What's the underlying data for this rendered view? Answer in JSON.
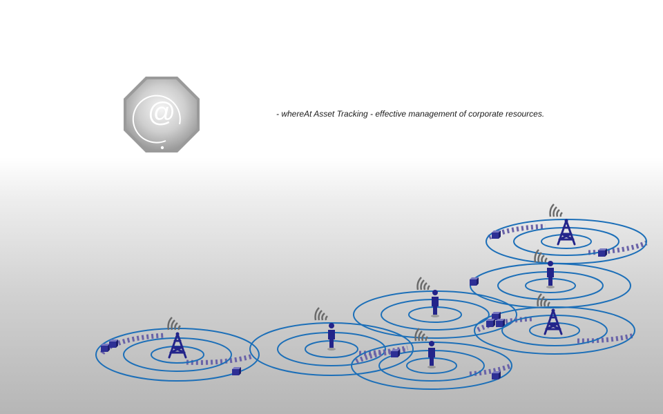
{
  "header": {
    "logo_icon": "at-sign-octagon-icon",
    "tagline": "- whereAt Asset Tracking - effective management of corporate resources."
  },
  "illustration": {
    "ring_color": "#1c6fb8",
    "wave_color": "#6a63a8",
    "node_color": "#23248a",
    "cells": [
      {
        "id": "tower-left",
        "icon": "cell-tower-icon"
      },
      {
        "id": "person-mid-left",
        "icon": "person-icon"
      },
      {
        "id": "person-center-top",
        "icon": "person-icon"
      },
      {
        "id": "person-center-bottom",
        "icon": "person-icon"
      },
      {
        "id": "tower-top-right",
        "icon": "cell-tower-icon"
      },
      {
        "id": "person-right",
        "icon": "person-icon"
      },
      {
        "id": "tower-right-lower",
        "icon": "cell-tower-icon"
      }
    ],
    "asset_icon": "package-box-icon",
    "signal_icon": "wireless-signal-icon"
  }
}
